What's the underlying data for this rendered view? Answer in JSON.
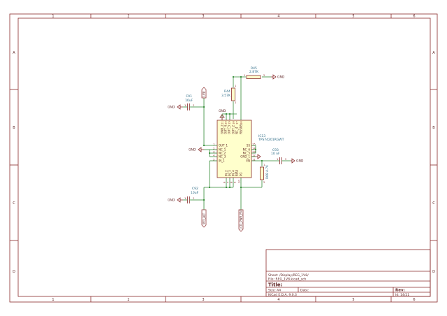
{
  "zones": {
    "columns": [
      "1",
      "2",
      "3",
      "4",
      "5",
      "6"
    ],
    "rows": [
      "A",
      "B",
      "C",
      "D"
    ]
  },
  "title_block": {
    "sheet_line": "Sheet: /Display/REG_1V8/",
    "file_line": "File: REG_1V8.kicad_sch",
    "title_label": "Title:",
    "size_label": "Size: A4",
    "date_label": "Date:",
    "rev_label": "Rev:",
    "app_label": "KiCad E.D.A. 9.0.3",
    "id_label": "Id: 14/21"
  },
  "ic": {
    "ref": "IC13",
    "value": "TPS74201RGWT",
    "left_pins": [
      {
        "num": "1",
        "name": "OUT_1"
      },
      {
        "num": "2",
        "name": "NC_1"
      },
      {
        "num": "3",
        "name": "NC_2"
      },
      {
        "num": "4",
        "name": "NC_3"
      },
      {
        "num": "5",
        "name": "IN_1"
      }
    ],
    "right_pins": [
      {
        "num": "15",
        "name": "SS"
      },
      {
        "num": "14",
        "name": "NC_6"
      },
      {
        "num": "13",
        "name": "NC_5"
      },
      {
        "num": "12",
        "name": "GND_1"
      },
      {
        "num": "11",
        "name": "EN"
      }
    ],
    "top_pins": [
      {
        "num": "21",
        "name": "GND_2"
      },
      {
        "num": "20",
        "name": "OUT_4"
      },
      {
        "num": "19",
        "name": "OUT_3"
      },
      {
        "num": "18",
        "name": "OUT_2"
      },
      {
        "num": "17",
        "name": "NC_4"
      },
      {
        "num": "16",
        "name": "FB/SNS"
      }
    ],
    "bottom_pins": [
      {
        "num": "6",
        "name": "IN_2"
      },
      {
        "num": "7",
        "name": "IN_3"
      },
      {
        "num": "8",
        "name": "IN_4"
      },
      {
        "num": "9",
        "name": "BIAS"
      },
      {
        "num": "10",
        "name": "PG"
      }
    ]
  },
  "components": {
    "r45": {
      "ref": "R45",
      "value": "2.87K",
      "pin1": "1",
      "pin2": "2"
    },
    "r44": {
      "ref": "R44",
      "value": "3.57K",
      "pin1": "1",
      "pin2": "2"
    },
    "r68": {
      "ref": "R68",
      "value": "4.7K",
      "pin1": "1",
      "pin2": "2"
    },
    "c91": {
      "ref": "C91",
      "value": "10uF",
      "pin1": "1",
      "pin2": "2"
    },
    "c92": {
      "ref": "C92",
      "value": "10uF",
      "pin1": "1",
      "pin2": "2"
    },
    "c93": {
      "ref": "C93",
      "value": "10 nF",
      "pin1": "1",
      "pin2": "2"
    }
  },
  "power": {
    "gnd": "GND"
  },
  "labels": {
    "net_1v8": "1V8",
    "net_3v3": "3V3_ALT",
    "net_pwr_en": "LCD_PWR_EN"
  }
}
